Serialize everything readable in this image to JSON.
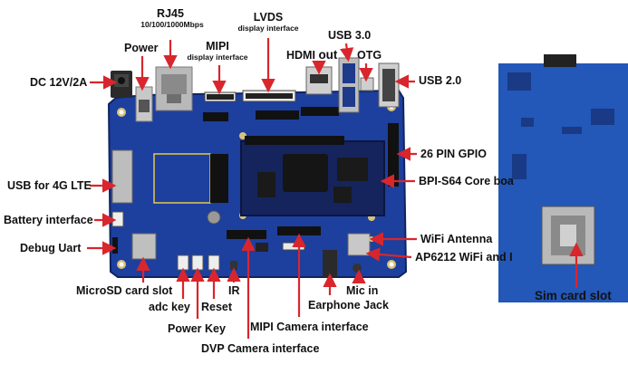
{
  "labels": {
    "rj45": "RJ45",
    "rj45_sub": "10/100/1000Mbps",
    "lvds": "LVDS",
    "lvds_sub": "display interface",
    "mipi_display": "MIPI",
    "mipi_display_sub": "display interface",
    "power": "Power",
    "hdmi_prefix": "HDMI",
    "hdmi_suffix": "out",
    "usb3": "USB 3.0",
    "otg": "OTG",
    "dc": "DC 12V/2A",
    "usb2": "USB 2.0",
    "gpio": "26 PIN GPIO",
    "usb_lte": "USB for 4G LTE",
    "core_board": "BPI-S64 Core boa",
    "battery": "Battery interface",
    "debug_uart": "Debug Uart",
    "wifi_antenna": "WiFi Antenna",
    "ap6212": "AP6212 WiFi and I",
    "microsd": "MicroSD card slot",
    "adc_key": "adc key",
    "reset": "Reset",
    "ir": "IR",
    "mic_in": "Mic in",
    "earphone": "Earphone Jack",
    "power_key": "Power Key",
    "mipi_camera": "MIPI Camera interface",
    "dvp_camera": "DVP Camera interface",
    "sim_slot": "Sim card slot"
  },
  "colors": {
    "board": "#1d3f9e",
    "board_dark": "#142e78",
    "back_board": "#2357b8",
    "arrow": "#d8262c",
    "label": "#111111"
  }
}
